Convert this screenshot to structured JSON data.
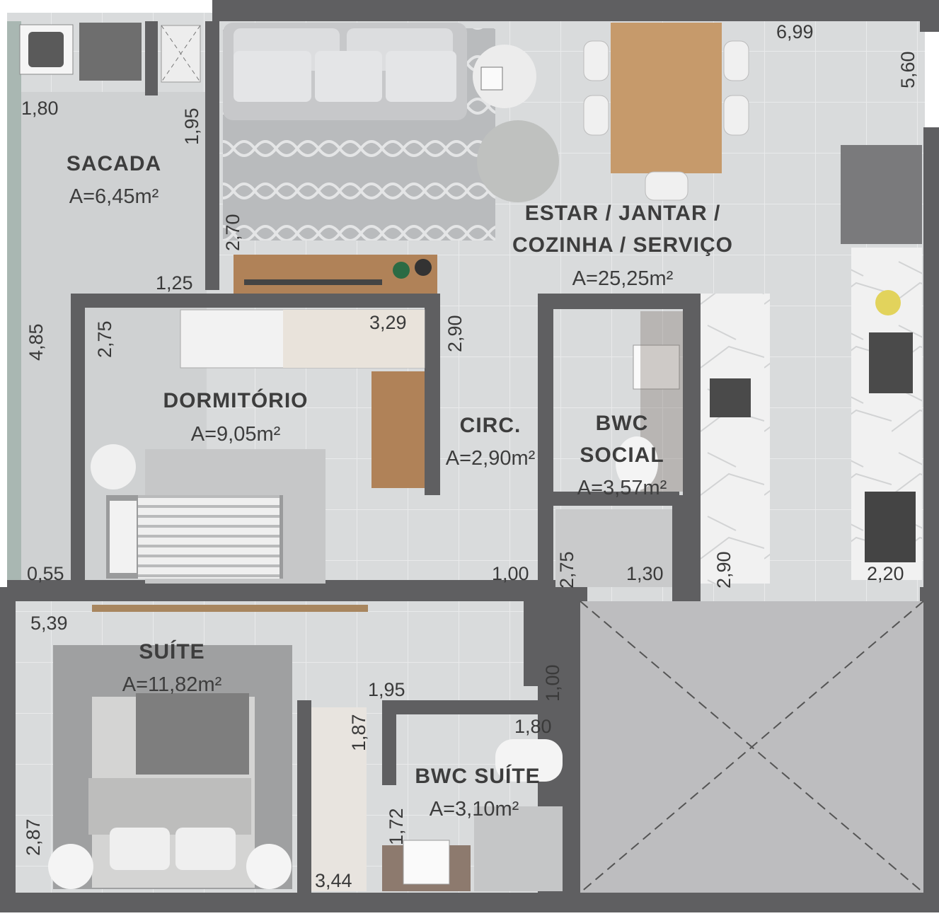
{
  "rooms": {
    "sacada": {
      "name": "SACADA",
      "area": "A=6,45m²"
    },
    "estar": {
      "name_line1": "ESTAR / JANTAR /",
      "name_line2": "COZINHA / SERVIÇO",
      "area": "A=25,25m²"
    },
    "dormitorio": {
      "name": "DORMITÓRIO",
      "area": "A=9,05m²"
    },
    "circ": {
      "name": "CIRC.",
      "area": "A=2,90m²"
    },
    "bwc_social": {
      "name_line1": "BWC",
      "name_line2": "SOCIAL",
      "area": "A=3,57m²"
    },
    "suite": {
      "name": "SUÍTE",
      "area": "A=11,82m²"
    },
    "bwc_suite": {
      "name": "BWC SUÍTE",
      "area": "A=3,10m²"
    }
  },
  "dimensions": {
    "sacada_width": "1,80",
    "sacada_wall": "1,95",
    "sacada_wall2": "2,70",
    "sacada_bottom": "1,25",
    "estar_width": "6,99",
    "estar_depth": "5,60",
    "left_wall": "4,85",
    "dorm_depth": "2,75",
    "dorm_width": "3,29",
    "circ_depth": "2,90",
    "dorm_bottom": "0,55",
    "circ_width": "1,00",
    "bwc_social_depth": "2,75",
    "bwc_social_width": "1,30",
    "kitchen_depth": "2,90",
    "kitchen_width": "2,20",
    "suite_width": "5,39",
    "shaft": "1,00",
    "bwc_suite_width": "1,95",
    "closet_depth": "1,87",
    "bwc_suite_inner": "1,80",
    "bwc_suite_depth": "1,72",
    "suite_depth": "2,87",
    "closet_width": "3,44"
  },
  "colors": {
    "wall": "#5f5f61",
    "floor": "#d7d9da",
    "wood": "#c69a6b",
    "void": "#bdbdbf",
    "text": "#3d3d3d"
  }
}
